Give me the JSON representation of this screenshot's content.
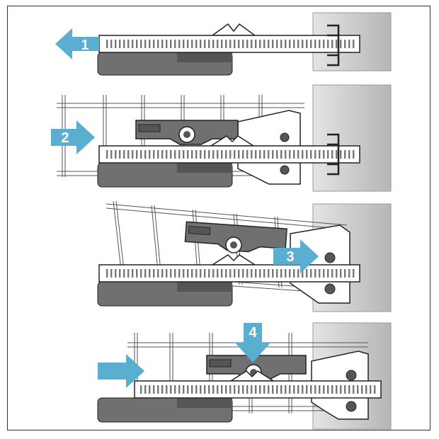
{
  "steps": [
    {
      "number": "1",
      "arrow_direction": "left"
    },
    {
      "number": "2",
      "arrow_direction": "right"
    },
    {
      "number": "3",
      "arrow_direction": "right"
    },
    {
      "number": "4",
      "arrow_direction": "down"
    },
    {
      "number": "",
      "arrow_direction": "right"
    }
  ],
  "colors": {
    "arrow": "#5aaed0",
    "wall": "#c6c6c6",
    "rail": "#ffffff",
    "clip_dark": "#707070",
    "rack_line": "#555555",
    "outline": "#222222"
  }
}
